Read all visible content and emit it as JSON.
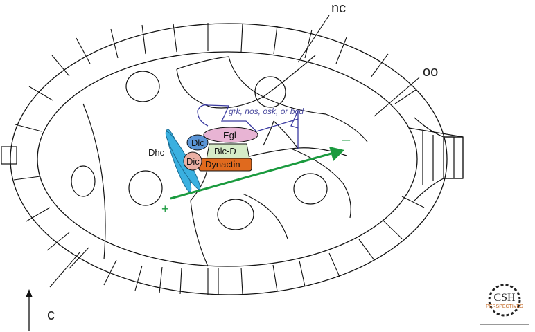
{
  "labels": {
    "nc": "nc",
    "oo": "oo",
    "c": "c",
    "dhc": "Dhc",
    "plus": "+",
    "minus": "–"
  },
  "complex": {
    "egl": "Egl",
    "dlc": "Dlc",
    "blcd": "Blc-D",
    "dic": "Dic",
    "dynactin": "Dynactin",
    "mrna": "grk, nos, osk, or bcd"
  },
  "logo": {
    "line1": "CSH",
    "line2": "PERSPECTIVES"
  },
  "colors": {
    "arrow": "#1a9a3e",
    "dhc": "#3ab0e0",
    "dlc": "#5b95d6",
    "egl": "#e8b4d4",
    "blcd": "#d6ecc8",
    "dic": "#eab0a4",
    "dynactin": "#e06a1e",
    "mrna_line": "#3a3aa0"
  }
}
